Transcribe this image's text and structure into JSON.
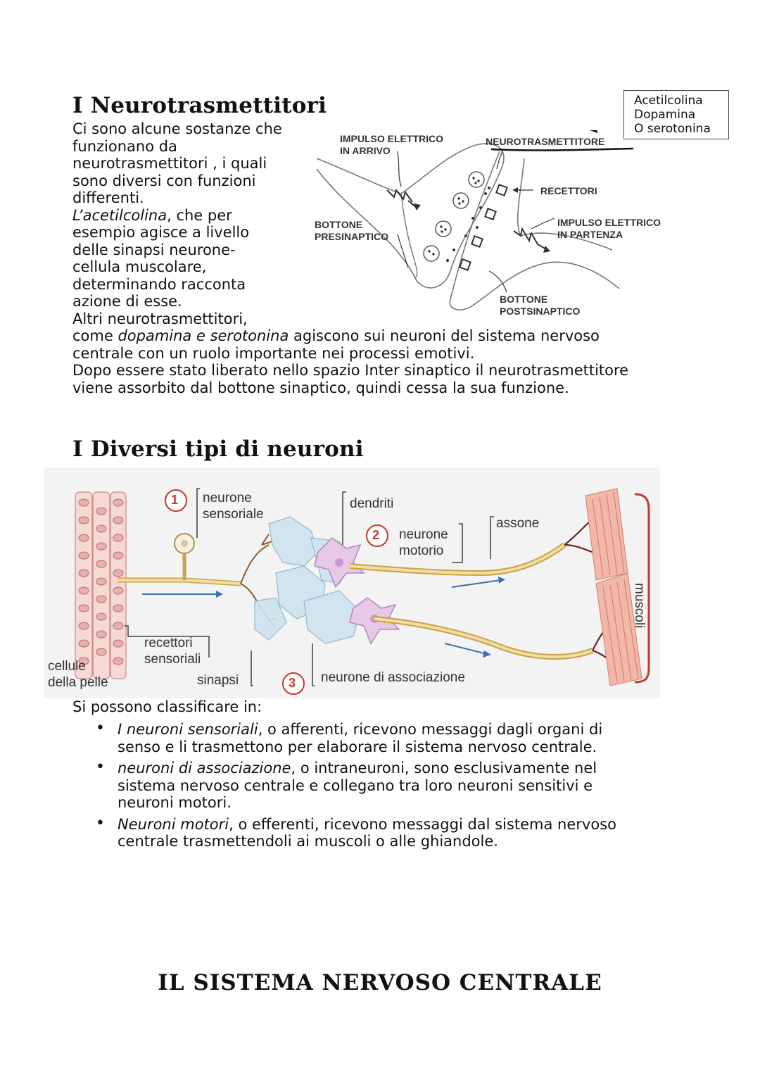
{
  "section1": {
    "title": "I  Neurotrasmettitori",
    "intro_lines": [
      "Ci sono alcune sostanze che",
      "funzionano da",
      "neurotrasmettitori , i quali",
      "sono diversi con funzioni",
      "differenti."
    ],
    "acetil_term": "L’acetilcolina",
    "acetil_lines": [
      ", che per",
      "esempio agisce a livello",
      "delle sinapsi neurone-",
      "cellula muscolare,",
      "determinando racconta",
      "azione di esse.",
      "Altri neurotrasmettitori,"
    ],
    "come": "come ",
    "dopamina_term": "dopamina e serotonina",
    "rest_lines": [
      " agiscono sui neuroni del sistema nervoso",
      "centrale con un ruolo importante nei processi emotivi.",
      "Dopo essere stato liberato nello spazio Inter sinaptico il neurotrasmettitore",
      "viene assorbito dal bottone sinaptico, quindi cessa la sua funzione."
    ]
  },
  "synapse_diagram": {
    "note_box": [
      "Acetilcolina",
      "Dopamina",
      "O serotonina"
    ],
    "labels": {
      "impulso_arrivo": [
        "IMPULSO ELETTRICO",
        "IN ARRIVO"
      ],
      "neurotrasmettitore": "NEUROTRASMETTITORE",
      "recettori": "RECETTORI",
      "impulso_partenza": [
        "IMPULSO ELETTRICO",
        "IN PARTENZA"
      ],
      "bottone_pre": [
        "BOTTONE",
        "PRESINAPTICO"
      ],
      "bottone_post": [
        "BOTTONE",
        "POSTSINAPTICO"
      ]
    }
  },
  "section2": {
    "title": "I Diversi tipi di neuroni",
    "diagram_labels": {
      "num1": "1",
      "neurone_sensoriale": [
        "neurone",
        "sensoriale"
      ],
      "dendriti": "dendriti",
      "num2": "2",
      "neurone_motorio": [
        "neurone",
        "motorio"
      ],
      "assone": "assone",
      "muscoli": "muscoli",
      "recettori_sensoriali": [
        "recettori",
        "sensoriali"
      ],
      "cellule": [
        "cellule",
        "della pelle"
      ],
      "sinapsi": "sinapsi",
      "num3": "3",
      "neurone_associazione": "neurone di associazione"
    },
    "classify": "Si possono classificare in:",
    "bullets": [
      {
        "term": "I neuroni sensoriali",
        "lines": [
          ", o afferenti, ricevono messaggi dagli organi di",
          "senso e li trasmettono per elaborare il sistema nervoso centrale."
        ]
      },
      {
        "term": "neuroni di associazione",
        "lines": [
          ", o intraneuroni,  sono esclusivamente nel",
          "sistema nervoso centrale e collegano tra loro neuroni sensitivi e",
          "neuroni motori."
        ]
      },
      {
        "term": "Neuroni motori",
        "lines": [
          ", o efferenti, ricevono messaggi dal sistema nervoso",
          "centrale trasmettendoli ai muscoli o alle ghiandole."
        ]
      }
    ]
  },
  "footer": {
    "title": "IL  SISTEMA NERVOSO CENTRALE"
  }
}
